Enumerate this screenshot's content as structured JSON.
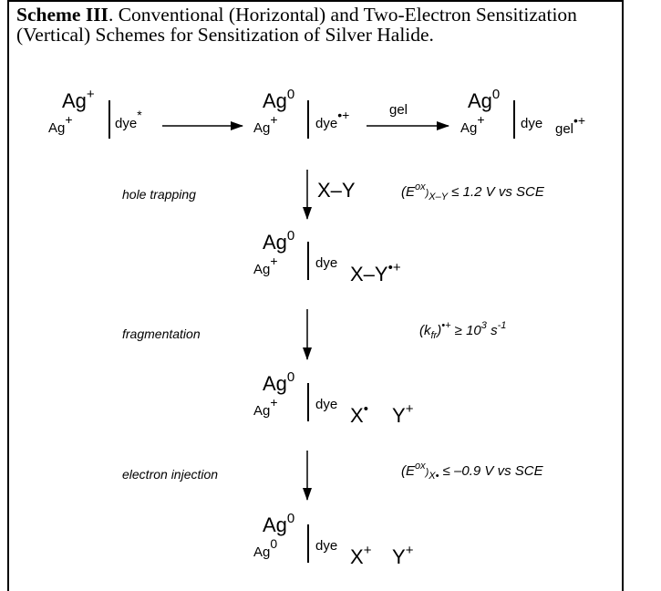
{
  "caption": {
    "bold": "Scheme III",
    "rest": ".  Conventional (Horizontal) and Two-Electron Sensitization  (Vertical) Schemes for Sensitization of Silver Halide."
  },
  "species": {
    "ag": "Ag",
    "plus": "+",
    "zero": "0",
    "dye": "dye",
    "star": "*",
    "radcat": "•+",
    "gel": "gel",
    "xy": "X–Y",
    "x": "X",
    "y": "Y",
    "dot": "•"
  },
  "steps": {
    "arrow_gel_label": "gel",
    "hole_trapping": "hole trapping",
    "fragmentation": "fragmentation",
    "electron_injection": "electron injection"
  },
  "conditions": {
    "cond1": "(E",
    "cond1_sup": "ox",
    "cond1_sub": "X–Y",
    "cond1_rest": " ≤ 1.2 V vs SCE",
    "cond2_pre": "(k",
    "cond2_sub": "fr",
    "cond2_mid": ")",
    "cond2_sup": "•+",
    "cond2_rest": " ≥ 10",
    "cond2_exp": "3",
    "cond2_unit": " s",
    "cond2_unit_exp": "-1",
    "cond3": "(E",
    "cond3_sup": "ox",
    "cond3_sub": "X•",
    "cond3_rest": " ≤ –0.9 V vs SCE"
  }
}
